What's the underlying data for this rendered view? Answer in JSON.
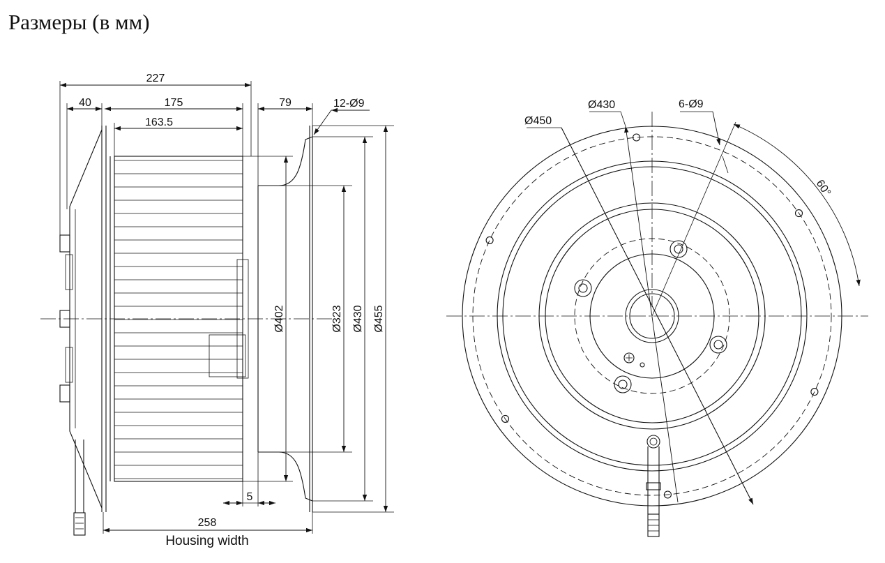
{
  "title": "Размеры (в мм)",
  "side_view": {
    "dims": {
      "overall_width": "227",
      "cone_depth": "40",
      "impeller_width": "175",
      "blade_width": "163.5",
      "inlet_depth": "79",
      "inlet_holes": "12-Ø9",
      "dia_402": "Ø402",
      "dia_323": "Ø323",
      "dia_430": "Ø430",
      "dia_455": "Ø455",
      "gap": "5",
      "housing_width": "258"
    },
    "caption": "Housing width"
  },
  "front_view": {
    "dims": {
      "dia_450": "Ø450",
      "dia_430": "Ø430",
      "mount_holes": "6-Ø9",
      "angle": "60°"
    }
  }
}
